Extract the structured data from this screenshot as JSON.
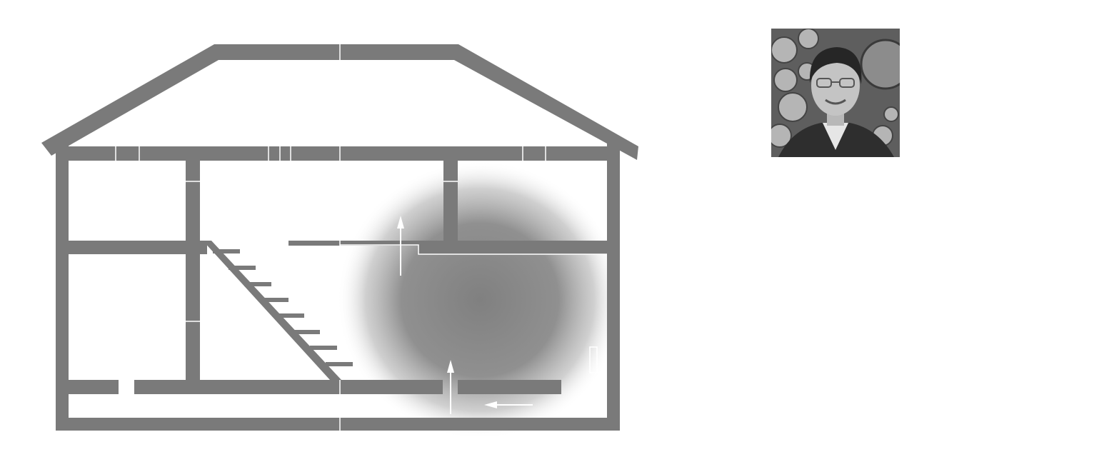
{
  "diagram": {
    "subject": "house-cross-section",
    "colors": {
      "wall": "#7a7a7a",
      "background": "#ffffff",
      "heat_zone": "#808080",
      "arrow": "#ffffff"
    },
    "arrows": [
      {
        "name": "upward-airflow-arrow-upper",
        "direction": "up"
      },
      {
        "name": "upward-airflow-arrow-lower",
        "direction": "up"
      },
      {
        "name": "inflow-arrow-basement",
        "direction": "left"
      }
    ]
  },
  "portrait": {
    "icon": "person-photo",
    "tone": "grayscale"
  }
}
